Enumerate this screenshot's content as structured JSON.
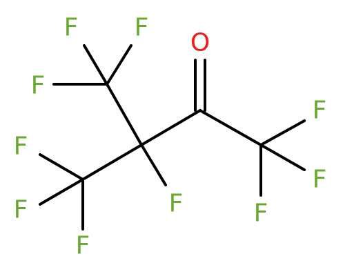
{
  "molecule": {
    "colors": {
      "fluorine": "#6aa832",
      "oxygen": "#ee1c1c",
      "bond": "#000000",
      "background": "#ffffff"
    },
    "labels": {
      "f_top_left": "F",
      "f_top_mid": "F",
      "f_left_upper": "F",
      "f_left_mid": "F",
      "f_center": "F",
      "f_bottom_left": "F",
      "f_bottom_mid": "F",
      "f_right_upper": "F",
      "f_right_lower": "F",
      "f_right_bottom": "F",
      "o_carbonyl": "O"
    }
  }
}
